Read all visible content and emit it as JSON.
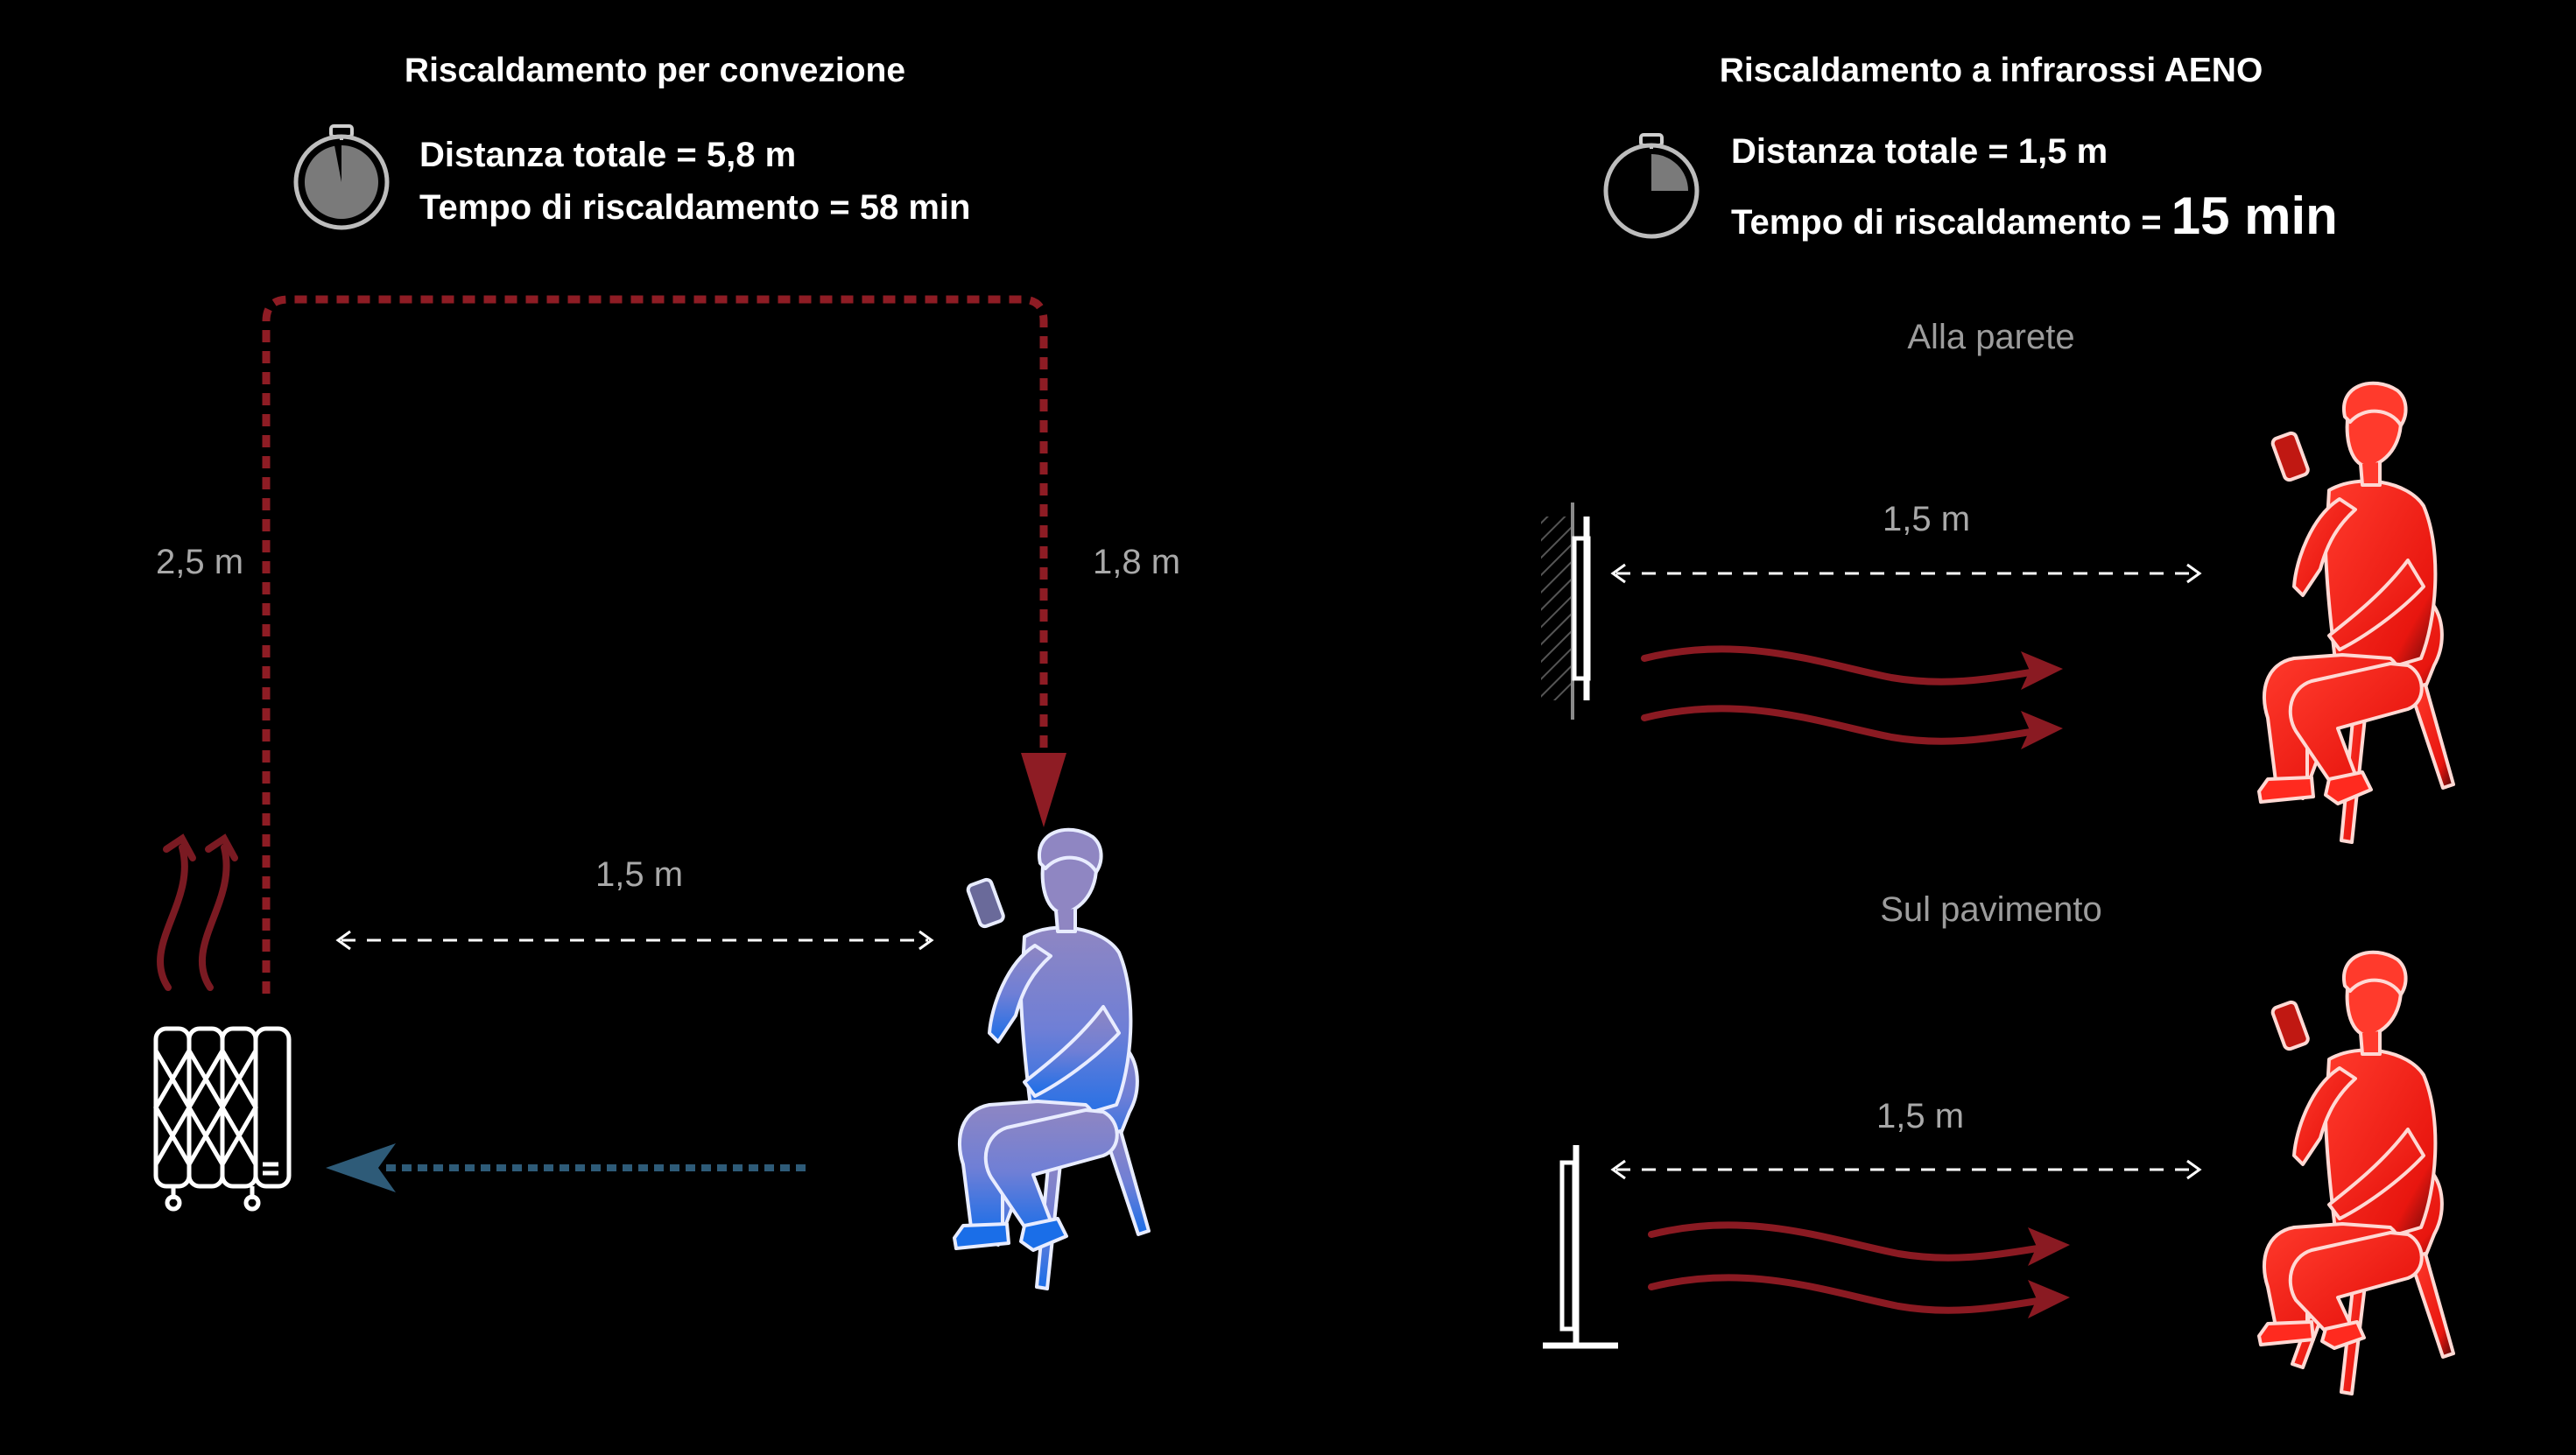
{
  "left": {
    "title": "Riscaldamento per convezione",
    "distance_line": "Distanza totale = 5,8 m",
    "time_line": "Tempo di riscaldamento = 58 min",
    "stopwatch_icon": "stopwatch-icon",
    "timer_fraction": 0.97,
    "segment_up": "2,5 m",
    "segment_down": "1,8 m",
    "segment_horizontal": "1,5 m"
  },
  "right": {
    "title": "Riscaldamento a infrarossi AENO",
    "distance_line": "Distanza totale = 1,5 m",
    "time_prefix": "Tempo di riscaldamento = ",
    "time_value": "15 min",
    "stopwatch_icon": "stopwatch-icon",
    "timer_fraction": 0.25,
    "wall": {
      "label": "Alla parete",
      "distance": "1,5 m"
    },
    "floor": {
      "label": "Sul pavimento",
      "distance": "1,5 m"
    }
  },
  "colors": {
    "background": "#000000",
    "convection_path": "#8e1c24",
    "cold_return": "#2e5b78",
    "heat_wave": "#8a1a22",
    "person_cold_top": "#8f86c2",
    "person_cold_bottom": "#1a6ee8",
    "person_warm": "#ff2a1f",
    "text": "#ffffff",
    "label_gray": "#a9a9a9"
  }
}
